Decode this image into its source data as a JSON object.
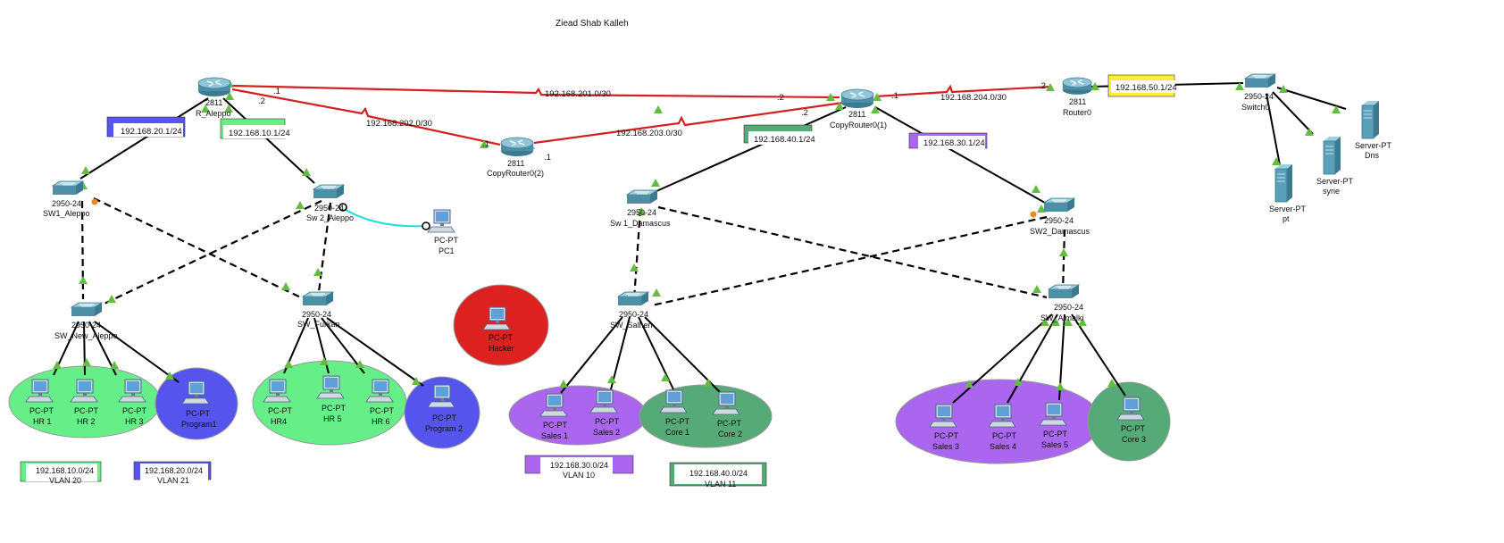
{
  "title": "Ziead Shab Kalleh",
  "routers": {
    "r_aleppo": {
      "model": "2811",
      "name": "R_Aleppo"
    },
    "copy2": {
      "model": "2811",
      "name": "CopyRouter0(2)"
    },
    "copy1": {
      "model": "2811",
      "name": "CopyRouter0(1)"
    },
    "router0": {
      "model": "2811",
      "name": "Router0"
    }
  },
  "switches": {
    "sw1_aleppo": {
      "model": "2950-24",
      "name": "SW1_Aleppo"
    },
    "sw2_aleppo": {
      "model": "2950-24",
      "name": "Sw 2_Aleppo"
    },
    "sw_new_aleppo": {
      "model": "2950-24",
      "name": "SW_New_Aleppo"
    },
    "sw_furkan": {
      "model": "2950-24",
      "name": "SW_Furkan"
    },
    "sw1_damascus": {
      "model": "2950-24",
      "name": "Sw 1_Damascus"
    },
    "sw2_damascus": {
      "model": "2950-24",
      "name": "SW2_Damascus"
    },
    "sw_salhen": {
      "model": "2950-24",
      "name": "SW_Salhen"
    },
    "sw_almalki": {
      "model": "2950-24",
      "name": "SW_Almalki"
    },
    "switch0": {
      "model": "2950-24",
      "name": "Switch0"
    }
  },
  "pcs": {
    "type": "PC-PT",
    "pc1": "PC1",
    "hacker": "Hacker",
    "hr1": "HR 1",
    "hr2": "HR 2",
    "hr3": "HR 3",
    "program1": "Program1",
    "hr4": "HR4",
    "hr5": "HR 5",
    "hr6": "HR 6",
    "program2": "Program 2",
    "sales1": "Sales 1",
    "sales2": "Sales 2",
    "core1": "Core 1",
    "core2": "Core 2",
    "sales3": "Sales 3",
    "sales4": "Sales 4",
    "sales5": "Sales 5",
    "core3": "Core 3"
  },
  "servers": {
    "type": "Server-PT",
    "dns": "Dns",
    "syrie": "syrie",
    "pt": "pt"
  },
  "links": {
    "l201": "192.168.201.0/30",
    "l202": "192.168.202.0/30",
    "l203": "192.168.203.0/30",
    "l204": "192.168.204.0/30",
    "end1": ".1",
    "end2": ".2"
  },
  "gateways": {
    "g20": "192.168.20.1/24",
    "g10": "192.168.10.1/24",
    "g40": "192.168.40.1/24",
    "g30": "192.168.30.1/24",
    "g50": "192.168.50.1/24"
  },
  "vlans": {
    "v20": {
      "net": "192.168.10.0/24",
      "name": "VLAN 20"
    },
    "v21": {
      "net": "192.168.20.0/24",
      "name": "VLAN 21"
    },
    "v10": {
      "net": "192.168.30.0/24",
      "name": "VLAN 10"
    },
    "v11": {
      "net": "192.168.40.0/24",
      "name": "VLAN 11"
    }
  },
  "colors": {
    "red_link": "#d42020",
    "green_zone": "#66ee88",
    "blue_zone": "#5555ee",
    "purple_zone": "#aa66ee",
    "teal_zone": "#55aa77",
    "hacker_zone": "#dd2020",
    "green_box": "#66ee88",
    "blue_box": "#5555ee",
    "purple_box": "#aa66ee",
    "teal_box": "#55aa77",
    "yellow_box": "#ffee33"
  }
}
